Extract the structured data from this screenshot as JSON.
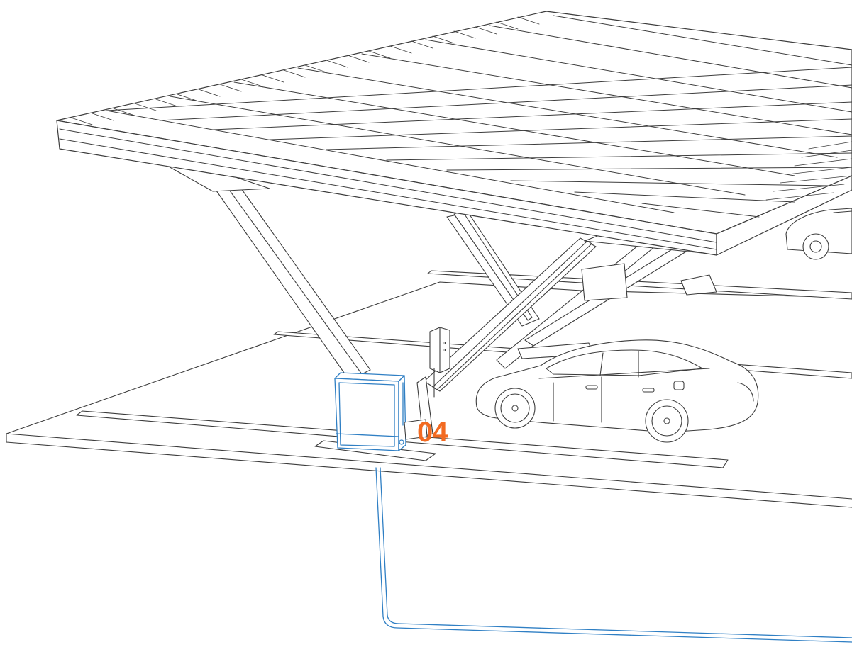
{
  "callout": {
    "label": "04"
  },
  "colors": {
    "line": "#3c3c3c",
    "highlight": "#2f7fc4",
    "accent": "#f26a21",
    "background": "#ffffff"
  },
  "icons": [
    "solar-panel-canopy",
    "steel-support-frame",
    "car",
    "ev-charger-post",
    "inverter-box",
    "underground-cable"
  ]
}
